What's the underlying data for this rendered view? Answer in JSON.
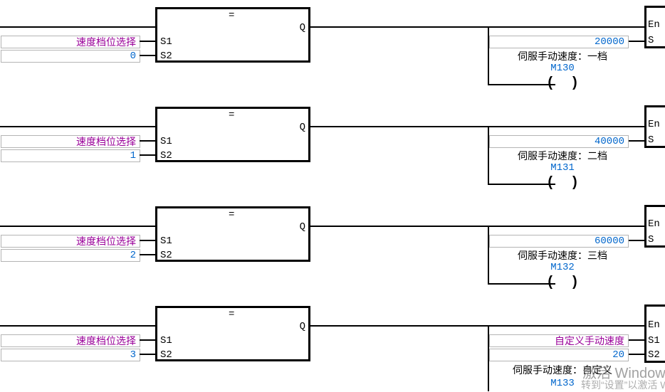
{
  "ports": {
    "eq": "=",
    "s1": "S1",
    "s2": "S2",
    "q": "Q",
    "en": "En",
    "s": "S"
  },
  "colors": {
    "operand_name": "#990099",
    "operand_value": "#0066cc",
    "wire": "#000000",
    "operand_box_border": "#b4b4b4",
    "watermark": "#828282"
  },
  "coil_symbol": "( )",
  "rungs": [
    {
      "sel_name": "速度档位选择",
      "sel_value": "0",
      "speed_value": "20000",
      "caption": "伺服手动速度：一档",
      "address": "M130"
    },
    {
      "sel_name": "速度档位选择",
      "sel_value": "1",
      "speed_value": "40000",
      "caption": "伺服手动速度：二档",
      "address": "M131"
    },
    {
      "sel_name": "速度档位选择",
      "sel_value": "2",
      "speed_value": "60000",
      "caption": "伺服手动速度：三档",
      "address": "M132"
    },
    {
      "sel_name": "速度档位选择",
      "sel_value": "3",
      "speed_name": "自定义手动速度",
      "speed_value": "20",
      "caption": "伺服手动速度：自定义",
      "address": "M133"
    }
  ],
  "watermark": {
    "line1": "激活 Windows",
    "line2": "转到“设置”以激活 Windows。"
  }
}
